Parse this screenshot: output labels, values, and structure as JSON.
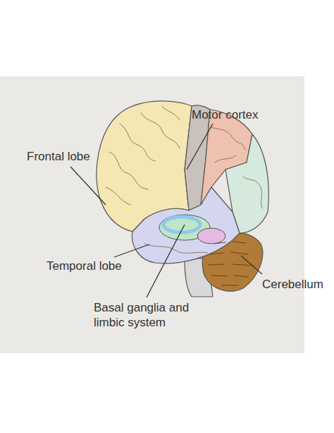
{
  "diagram": {
    "labels": [
      "Motor cortex",
      "Frontal lobe",
      "Temporal lobe",
      "Cerebellum",
      "Basal ganglia and limbic system"
    ]
  }
}
